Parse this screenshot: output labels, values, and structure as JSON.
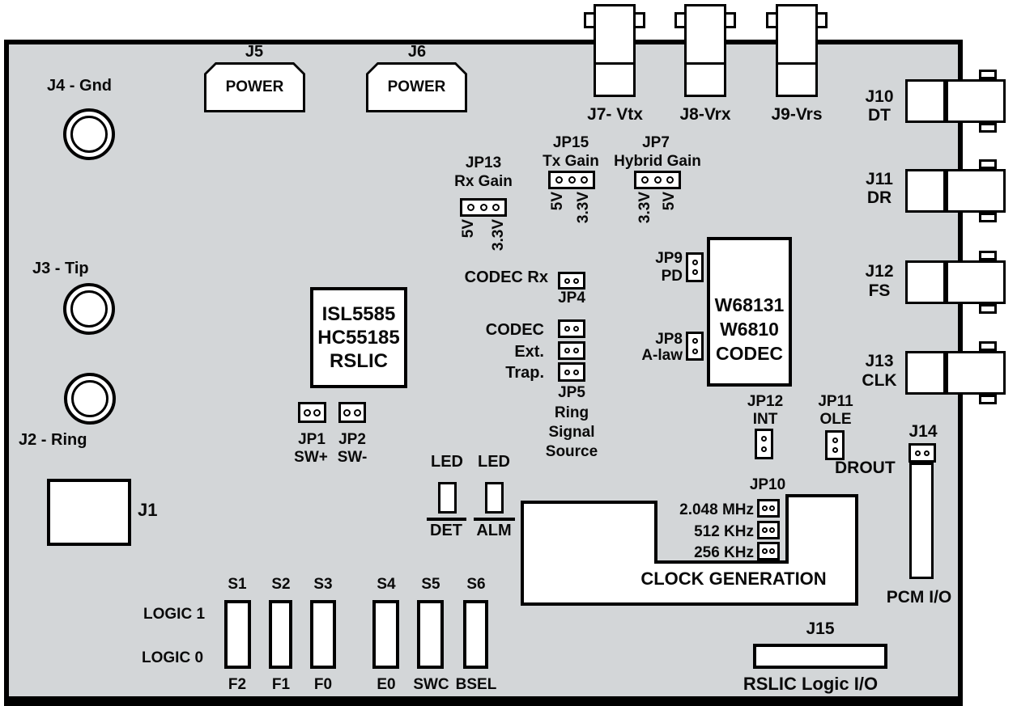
{
  "terminals": {
    "j4": {
      "label": "J4 - Gnd"
    },
    "j3": {
      "label": "J3 - Tip"
    },
    "j2": {
      "label": "J2 - Ring"
    }
  },
  "power": {
    "j5": {
      "id": "J5",
      "label": "POWER"
    },
    "j6": {
      "id": "J6",
      "label": "POWER"
    }
  },
  "bnc_top": {
    "j7": {
      "label": "J7- Vtx"
    },
    "j8": {
      "label": "J8-Vrx"
    },
    "j9": {
      "label": "J9-Vrs"
    }
  },
  "bnc_right": {
    "j10": {
      "id": "J10",
      "signal": "DT"
    },
    "j11": {
      "id": "J11",
      "signal": "DR"
    },
    "j12": {
      "id": "J12",
      "signal": "FS"
    },
    "j13": {
      "id": "J13",
      "signal": "CLK"
    }
  },
  "gain_jumpers": {
    "jp13": {
      "id": "JP13",
      "name": "Rx Gain",
      "left": "5V",
      "right": "3.3V"
    },
    "jp15": {
      "id": "JP15",
      "name": "Tx Gain",
      "left": "5V",
      "right": "3.3V"
    },
    "jp7": {
      "id": "JP7",
      "name": "Hybrid Gain",
      "left": "3.3V",
      "right": "5V"
    }
  },
  "chips": {
    "rslic": {
      "line1": "ISL5585",
      "line2": "HC55185",
      "line3": "RSLIC"
    },
    "codec": {
      "line1": "W68131",
      "line2": "W6810",
      "line3": "CODEC"
    }
  },
  "jp9": {
    "id": "JP9",
    "name": "PD"
  },
  "jp8": {
    "id": "JP8",
    "name": "A-law"
  },
  "jp4": {
    "name": "CODEC Rx",
    "id": "JP4"
  },
  "jp5": {
    "options": [
      "CODEC",
      "Ext.",
      "Trap."
    ],
    "id": "JP5",
    "caption1": "Ring",
    "caption2": "Signal",
    "caption3": "Source"
  },
  "jp1": {
    "id": "JP1",
    "name": "SW+"
  },
  "jp2": {
    "id": "JP2",
    "name": "SW-"
  },
  "leds": {
    "det": {
      "led": "LED",
      "name": "DET"
    },
    "alm": {
      "led": "LED",
      "name": "ALM"
    }
  },
  "jp12": {
    "id": "JP12",
    "name": "INT"
  },
  "jp11": {
    "id": "JP11",
    "name": "OLE"
  },
  "j14": {
    "id": "J14",
    "name": "DROUT"
  },
  "pcm_io": {
    "label": "PCM I/O"
  },
  "clock": {
    "title": "CLOCK GENERATION",
    "jp10": {
      "id": "JP10",
      "options": [
        "2.048 MHz",
        "512 KHz",
        "256 KHz"
      ]
    }
  },
  "j15": {
    "id": "J15",
    "label": "RSLIC Logic I/O"
  },
  "j1": {
    "id": "J1"
  },
  "logic": {
    "high": "LOGIC 1",
    "low": "LOGIC 0"
  },
  "switches": [
    {
      "id": "S1",
      "fn": "F2"
    },
    {
      "id": "S2",
      "fn": "F1"
    },
    {
      "id": "S3",
      "fn": "F0"
    },
    {
      "id": "S4",
      "fn": "E0"
    },
    {
      "id": "S5",
      "fn": "SWC"
    },
    {
      "id": "S6",
      "fn": "BSEL"
    }
  ],
  "colors": {
    "board": "#d3d6d8",
    "outline": "#000000",
    "component": "#ffffff"
  }
}
